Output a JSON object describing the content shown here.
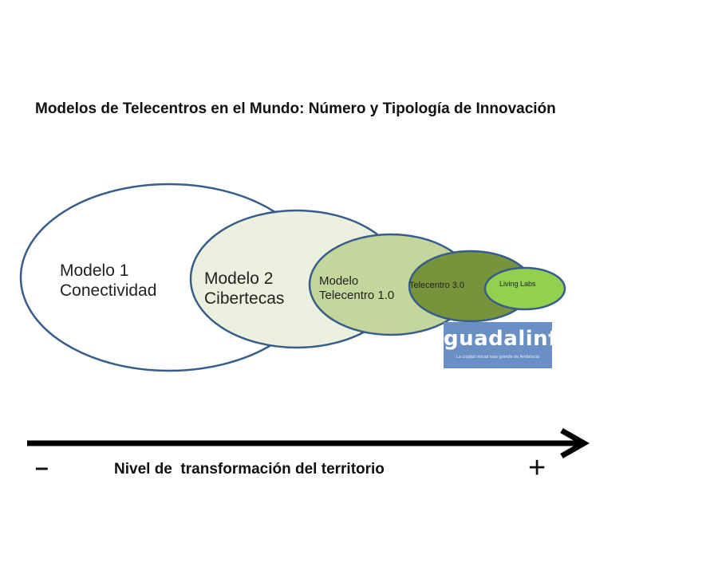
{
  "title": "Modelos de Telecentros en el Mundo: Número y Tipología de Innovación",
  "models": [
    {
      "lines": [
        "Modelo 1",
        "Conectividad"
      ],
      "fill": "#ffffff"
    },
    {
      "lines": [
        "Modelo 2",
        "Cibertecas"
      ],
      "fill": "#ebf1de"
    },
    {
      "lines": [
        "Modelo",
        "Telecentro 1.0"
      ],
      "fill": "#c3d69b"
    },
    {
      "lines": [
        "Telecentro 3.0"
      ],
      "fill": "#77933c"
    },
    {
      "lines": [
        "Living Labs"
      ],
      "fill": "#92d050"
    }
  ],
  "outline_color": "#385d8a",
  "logo": {
    "word": "guadalinfo",
    "tagline": "La ciudad virtual más grande de Andalucía",
    "color": "#6a8fc4"
  },
  "axis": {
    "label": "Nivel de  transformación del territorio",
    "low_symbol": "–",
    "high_symbol": "+"
  }
}
